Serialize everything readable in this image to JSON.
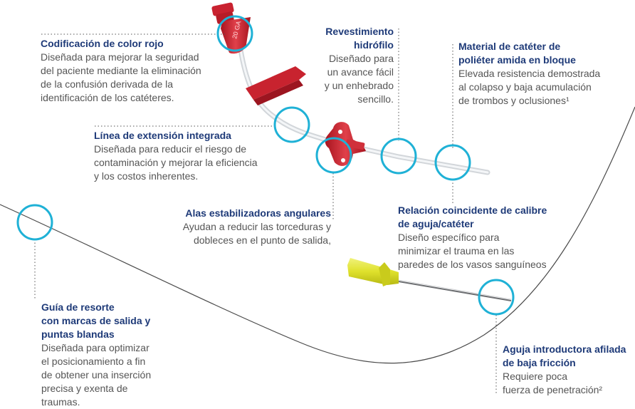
{
  "colors": {
    "accent_circle": "#1fb1d6",
    "title_text": "#1e3a78",
    "body_text": "#555555",
    "catheter_red": "#cc2a36",
    "needle_yellow": "#e3e63a"
  },
  "hub_label": "20 GA",
  "callouts": {
    "codificacion": {
      "title": "Codificación de color rojo",
      "body": "Diseñada para mejorar la seguridad\ndel paciente mediante la eliminación\nde la confusión derivada de la\nidentificación de los catéteres."
    },
    "revestimiento": {
      "title": "Revestimiento\nhidrófilo",
      "body": "Diseñado para\nun avance fácil\ny un enhebrado\nsencillo."
    },
    "material": {
      "title": "Material de catéter de\npoliéter amida en bloque",
      "body": "Elevada resistencia demostrada\nal colapso y baja acumulación\nde trombos y oclusiones¹"
    },
    "linea": {
      "title": "Línea de extensión integrada",
      "body": "Diseñada para reducir el riesgo de\ncontaminación y mejorar la eficiencia\ny los costos inherentes."
    },
    "alas": {
      "title": "Alas estabilizadoras angulares",
      "body": "Ayudan a reducir las torceduras y\ndobleces en el punto de salida,"
    },
    "relacion": {
      "title": "Relación coincidente de calibre\nde aguja/catéter",
      "body": "Diseño específico para\nminimizar el trauma en las\nparedes de los vasos sanguíneos"
    },
    "guia": {
      "title": "Guía de resorte\ncon marcas de salida y\npuntas blandas",
      "body": "Diseñada para optimizar\nel posicionamiento a fin\nde obtener una inserción\nprecisa y exenta de\ntraumas."
    },
    "aguja": {
      "title": "Aguja introductora afilada\nde baja fricción",
      "body": "Requiere poca\nfuerza de penetración²"
    }
  }
}
